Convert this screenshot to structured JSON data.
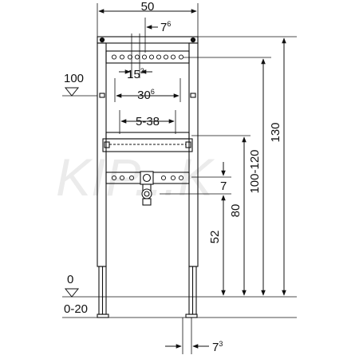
{
  "diagram": {
    "watermark": "KIP...K",
    "dimensions": {
      "width_total": "50",
      "offset_top": {
        "base": "7",
        "sup": "6"
      },
      "connection_spacing": {
        "base": "15",
        "sup": "3"
      },
      "connection_width": {
        "base": "30",
        "sup": "6"
      },
      "range_bracket": "5-38",
      "left_level": "100",
      "height_total": "130",
      "height_range": "100-120",
      "height_mid": "80",
      "height_low": "52",
      "gap_small": "7",
      "floor_level": "0",
      "floor_range": "0-20",
      "foot_offset": {
        "base": "7",
        "sup": "3"
      }
    }
  }
}
